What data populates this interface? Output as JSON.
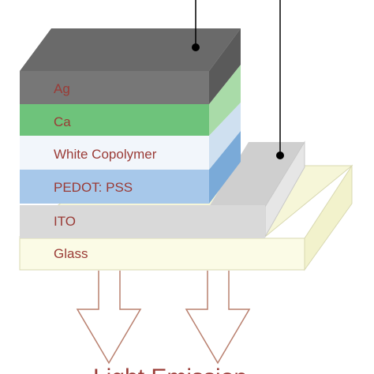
{
  "layers": [
    {
      "id": "ag",
      "label": "Ag",
      "front_color": "#777777",
      "side_color": "#5a5a5a",
      "top_color": "#6a6a6a"
    },
    {
      "id": "ca",
      "label": "Ca",
      "front_color": "#6ec37b",
      "side_color": "#a9dba8"
    },
    {
      "id": "copolymer",
      "label": "White Copolymer",
      "front_color": "#f2f6fb",
      "side_color": "#cfe0f0"
    },
    {
      "id": "pedot",
      "label": "PEDOT: PSS",
      "front_color": "#a7c8ea",
      "side_color": "#7aaad8"
    },
    {
      "id": "ito",
      "label": "ITO",
      "front_color": "#d9d9d9",
      "side_color": "#cfcfcf"
    },
    {
      "id": "glass",
      "label": "Glass",
      "front_color": "#fbfbe6",
      "side_color": "#f2f2cc"
    }
  ],
  "caption": "Light Emission",
  "colors": {
    "label_text": "#9a3b36",
    "arrow_stroke": "#b9806f",
    "wire": "#000000"
  },
  "icons": {
    "contact": "contact-dot-icon",
    "arrow": "down-arrow-icon"
  }
}
